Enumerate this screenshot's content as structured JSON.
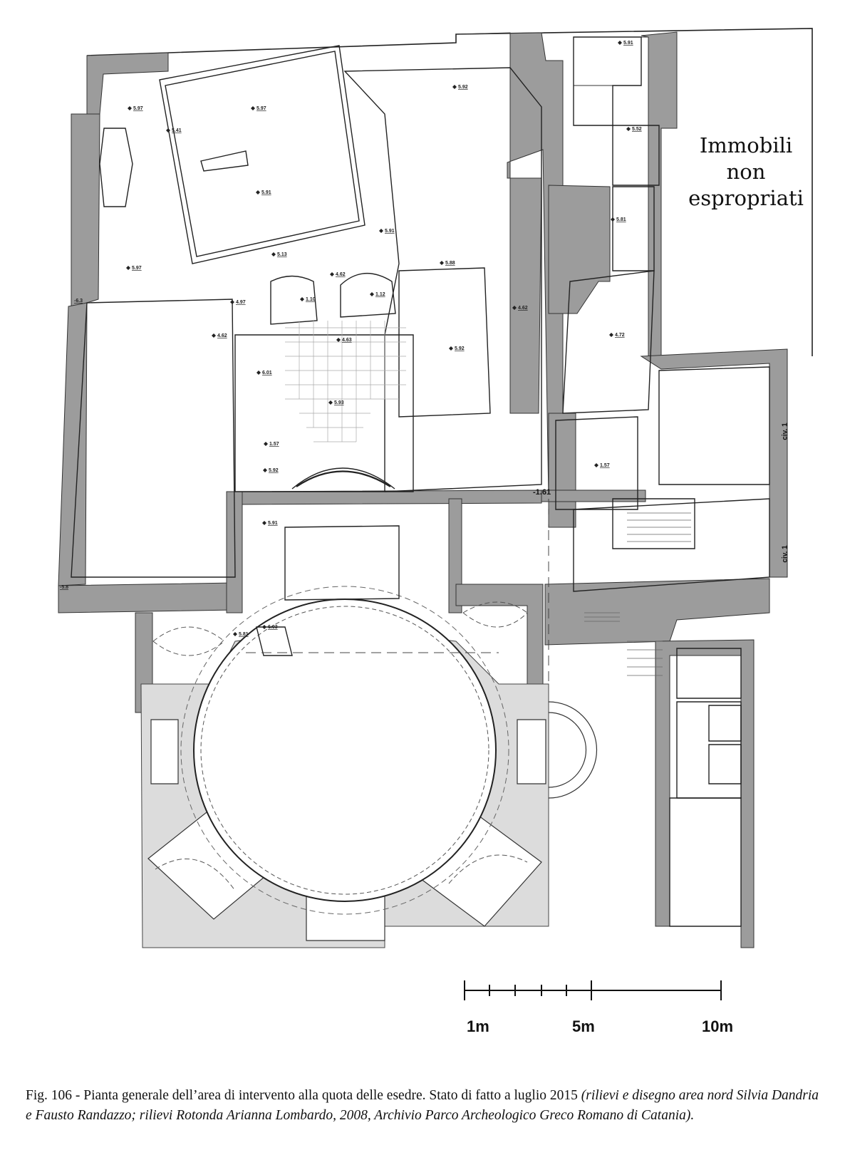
{
  "plan": {
    "area_label": [
      "Immobili",
      "non",
      "espropriati"
    ],
    "elevations": [
      "5.97",
      "5.97",
      "5.41",
      "5.91",
      "5.97",
      "5.92",
      "5.91",
      "5.52",
      "5.91",
      "5.13",
      "4.62",
      "4.97",
      "1.10",
      "1.12",
      "4.62",
      "5.88",
      "4.62",
      "5.81",
      "5.92",
      "4.63",
      "4.72",
      "6.01",
      "5.93",
      "1.57",
      "1.57",
      "5.92",
      "5.91",
      "5.81",
      "6.03"
    ],
    "left_marks": [
      "-6.3",
      "-5.8"
    ],
    "side_labels": {
      "elev_mark": "-1.61",
      "civ_upper": "civ. 1",
      "civ_lower": "civ. 1"
    }
  },
  "scale_bar": {
    "labels": [
      "1m",
      "5m",
      "10m"
    ]
  },
  "caption": {
    "text": "Fig. 106 - Pianta generale dell’area di intervento alla quota delle esedre. Stato di fatto a luglio 2015 ",
    "italic": "(rilievi e disegno area nord Silvia Dandria e Fausto Randazzo; rilievi Rotonda Arianna Lombardo, 2008, Archivio Parco Archeologico Greco Romano di Catania)."
  }
}
